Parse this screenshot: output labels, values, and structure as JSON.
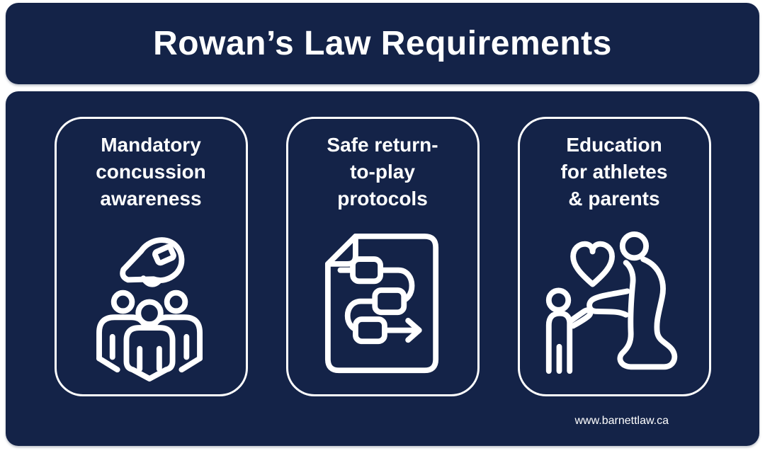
{
  "header": {
    "title": "Rowan’s Law Requirements"
  },
  "cards": [
    {
      "title_lines": [
        "Mandatory",
        "concussion",
        "awareness"
      ],
      "icon": "megaphone-crowd"
    },
    {
      "title_lines": [
        "Safe return-",
        "to-play",
        "protocols"
      ],
      "icon": "return-to-play-flowchart-document"
    },
    {
      "title_lines": [
        "Education",
        "for athletes",
        "& parents"
      ],
      "icon": "parent-child-heart"
    }
  ],
  "footer": {
    "website": "www.barnettlaw.ca"
  },
  "colors": {
    "panel_navy": "#142348",
    "line_white": "#ffffff",
    "page_background": "#ffffff"
  }
}
